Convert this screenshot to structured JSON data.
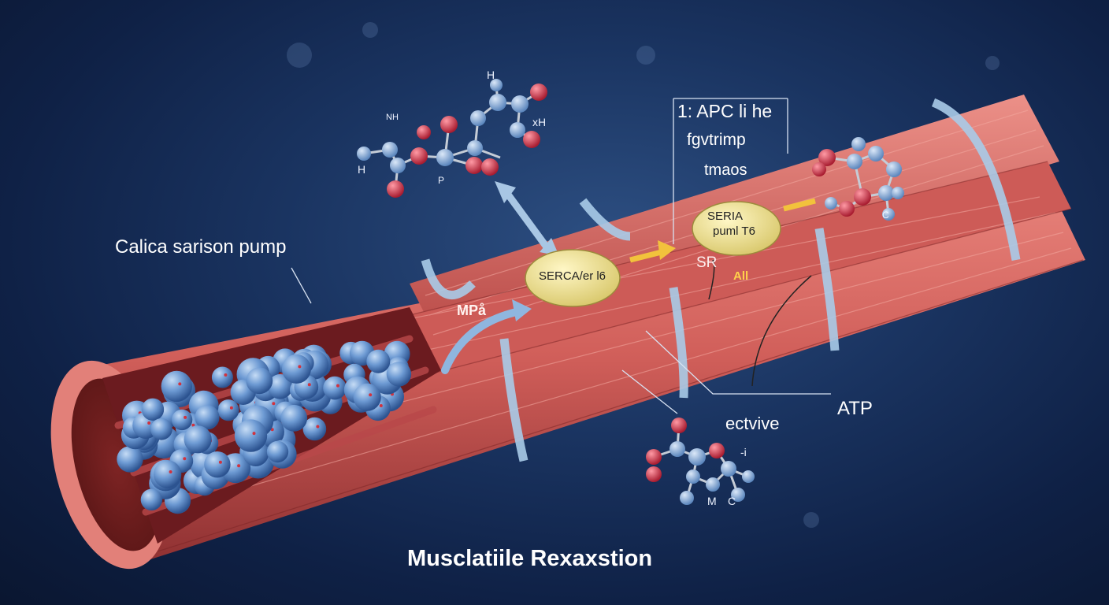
{
  "labels": {
    "left_callout": "Calica sarison pump",
    "box_line1": "1: APC li he",
    "box_line2": "fgvtrimp",
    "box_line3": "tmaos",
    "atp": "ATP",
    "ectivive": "ectvive",
    "title": "Musclatiile Rexaxstion",
    "sr": "SR",
    "all": "All",
    "mpo": "MPå"
  },
  "pumps": {
    "left": "SERCA/er l6",
    "right_line1": "SERIA",
    "right_line2": "puml T6"
  },
  "atoms": {
    "top_h": "H",
    "top_h2": "H",
    "top_nh": "NH",
    "top_xh": "xH",
    "top_p": "P",
    "right_c": "C",
    "bottom_i": "-i",
    "bottom_m": "M",
    "bottom_c": "C"
  },
  "colors": {
    "muscle": "#d4645f",
    "muscle_dark": "#a83e3c",
    "band": "#9fc2e0",
    "vesicle": "#5f92d0",
    "pump": "#f1e59b",
    "arrow_yellow": "#f2c23c",
    "oxygen": "#d23a4a",
    "carbon": "#8eb2dc"
  }
}
